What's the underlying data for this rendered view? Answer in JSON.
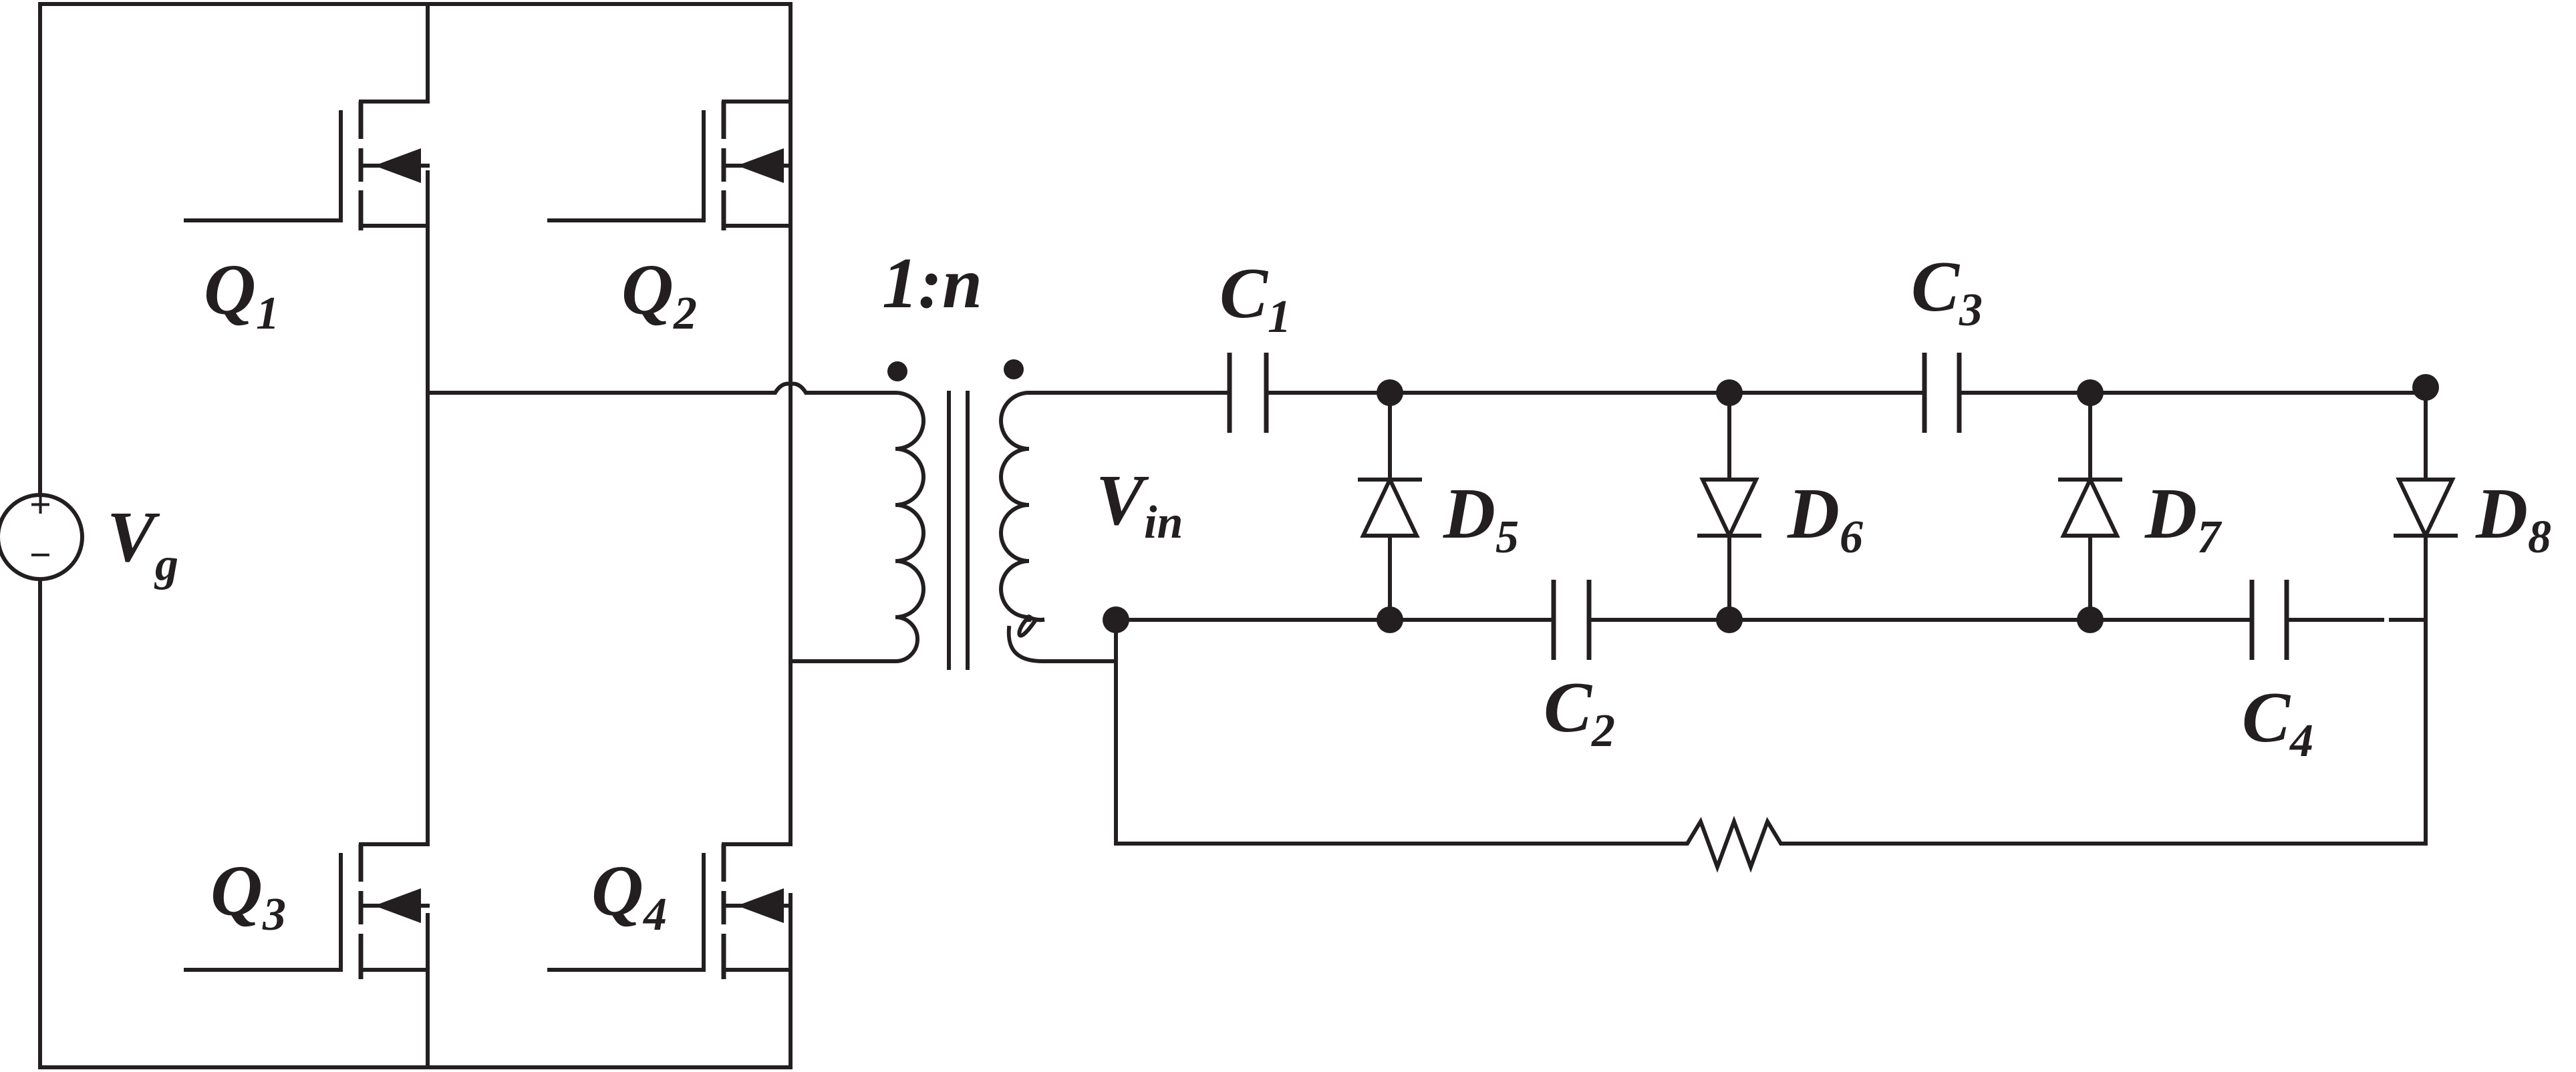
{
  "source": {
    "name": "V",
    "subscript": "g",
    "plus": "+",
    "minus": "−"
  },
  "transformer": {
    "ratio_label": "1:n"
  },
  "input_voltage": {
    "name": "V",
    "subscript": "in"
  },
  "switches": [
    {
      "name": "Q",
      "subscript": "1"
    },
    {
      "name": "Q",
      "subscript": "2"
    },
    {
      "name": "Q",
      "subscript": "3"
    },
    {
      "name": "Q",
      "subscript": "4"
    }
  ],
  "capacitors": [
    {
      "name": "C",
      "subscript": "1"
    },
    {
      "name": "C",
      "subscript": "2"
    },
    {
      "name": "C",
      "subscript": "3"
    },
    {
      "name": "C",
      "subscript": "4"
    }
  ],
  "diodes": [
    {
      "name": "D",
      "subscript": "5"
    },
    {
      "name": "D",
      "subscript": "6"
    },
    {
      "name": "D",
      "subscript": "7"
    },
    {
      "name": "D",
      "subscript": "8"
    }
  ],
  "colors": {
    "line": "#231f20",
    "background": "#ffffff"
  }
}
